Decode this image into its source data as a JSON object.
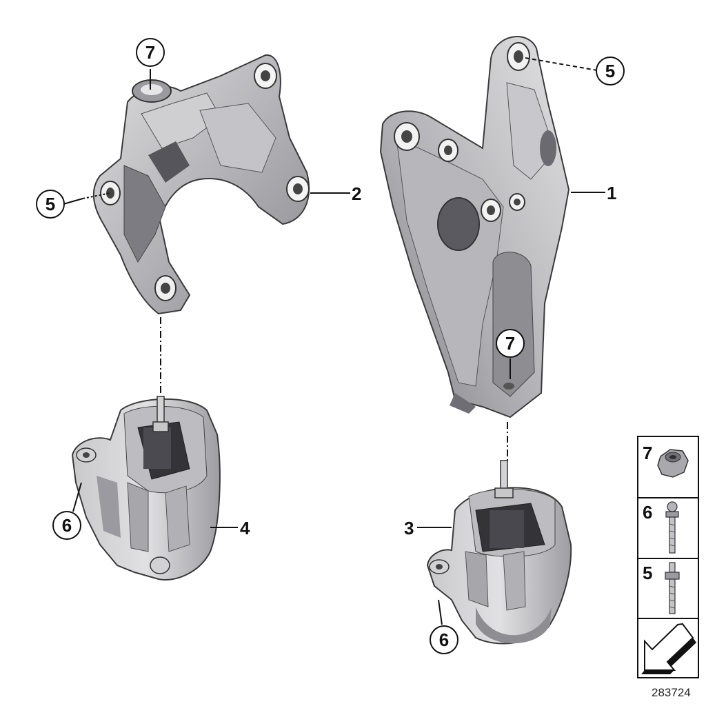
{
  "callouts": {
    "c7_top_left": "7",
    "c5_left": "5",
    "c2": "2",
    "c5_top_right": "5",
    "c1": "1",
    "c7_right": "7",
    "c6_left": "6",
    "c4": "4",
    "c3": "3",
    "c6_right": "6"
  },
  "legend": {
    "items": [
      {
        "number": "7",
        "icon": "nut-icon"
      },
      {
        "number": "6",
        "icon": "stud-bolt-icon"
      },
      {
        "number": "5",
        "icon": "stud-bolt-icon"
      }
    ],
    "bottom_icon": "direction-arrow-icon"
  },
  "reference_number": "283724",
  "colors": {
    "part_light": "#d6d6d8",
    "part_mid": "#a9a9ad",
    "part_dark": "#5c5c62",
    "outline": "#2b2b2b"
  }
}
